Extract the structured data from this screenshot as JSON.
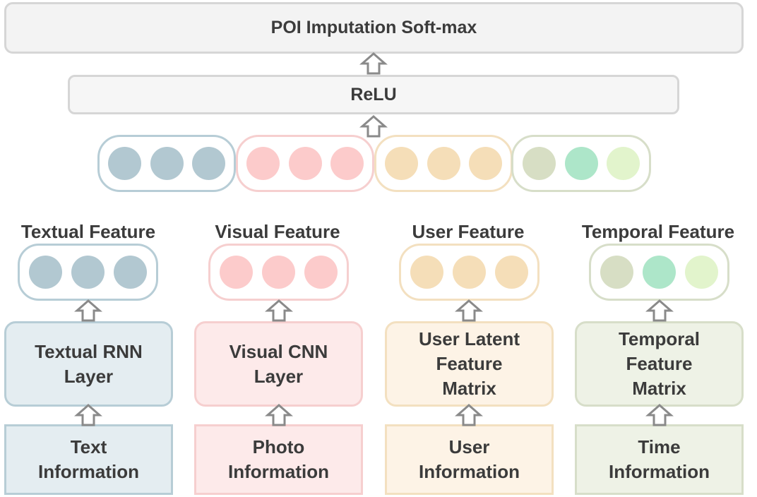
{
  "top_title": "POI Imputation Soft-max",
  "relu_label": "ReLU",
  "columns": [
    {
      "feature_title": "Textual Feature",
      "layer_label": "Textual RNN\nLayer",
      "info_label": "Text\nInformation",
      "dot_colors": [
        "#b2c8d1",
        "#b2c8d1",
        "#b2c8d1"
      ],
      "border_color": "#b7cdd6",
      "layer_fill": "#e4edf1",
      "info_fill": "#e4edf1"
    },
    {
      "feature_title": "Visual Feature",
      "layer_label": "Visual CNN\nLayer",
      "info_label": "Photo\nInformation",
      "dot_colors": [
        "#fccbcb",
        "#fccbcb",
        "#fccbcb"
      ],
      "border_color": "#f6cfcf",
      "layer_fill": "#fdeaea",
      "info_fill": "#fdeaea"
    },
    {
      "feature_title": "User Feature",
      "layer_label": "User Latent\nFeature\nMatrix",
      "info_label": "User\nInformation",
      "dot_colors": [
        "#f5deb8",
        "#f5deb8",
        "#f5deb8"
      ],
      "border_color": "#f3e0c0",
      "layer_fill": "#fdf3e6",
      "info_fill": "#fdf3e6"
    },
    {
      "feature_title": "Temporal Feature",
      "layer_label": "Temporal\nFeature\nMatrix",
      "info_label": "Time\nInformation",
      "dot_colors": [
        "#d7dec4",
        "#ade6c9",
        "#e2f4cc"
      ],
      "border_color": "#d7dec9",
      "layer_fill": "#eef2e6",
      "info_fill": "#eef2e6"
    }
  ]
}
